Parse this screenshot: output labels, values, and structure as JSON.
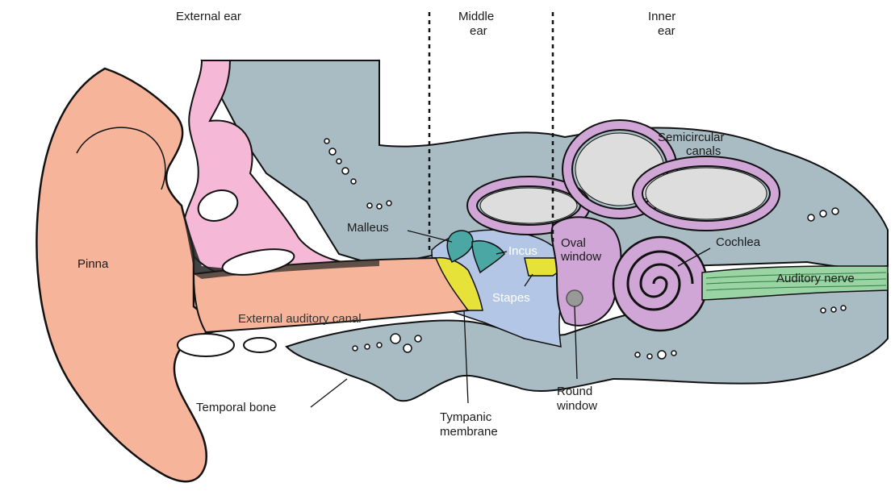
{
  "regions": {
    "external_ear": "External ear",
    "middle_ear": [
      "Middle",
      "ear"
    ],
    "inner_ear": [
      "Inner",
      "ear"
    ]
  },
  "labels": {
    "pinna": "Pinna",
    "external_auditory_canal": "External auditory canal",
    "temporal_bone": "Temporal bone",
    "malleus": "Malleus",
    "incus": "Incus",
    "stapes": "Stapes",
    "oval_window": [
      "Oval",
      "window"
    ],
    "round_window": [
      "Round",
      "window"
    ],
    "tympanic_membrane": [
      "Tympanic",
      "membrane"
    ],
    "semicircular_canals": [
      "Semicircular",
      "canals"
    ],
    "cochlea": "Cochlea",
    "auditory_nerve": "Auditory nerve"
  },
  "colors": {
    "pinna": "#f6b49a",
    "skin_canal": "#f6b49a",
    "cartilage": "#f5b8d6",
    "bone": "#a9bcc4",
    "middle_ear_cavity": "#b3c6e6",
    "ossicles": "#4aa7a3",
    "tympanic_membrane": "#e6e23a",
    "inner_ear": "#cfa6d6",
    "auditory_nerve": "#9ad3a4",
    "outline": "#111111"
  }
}
